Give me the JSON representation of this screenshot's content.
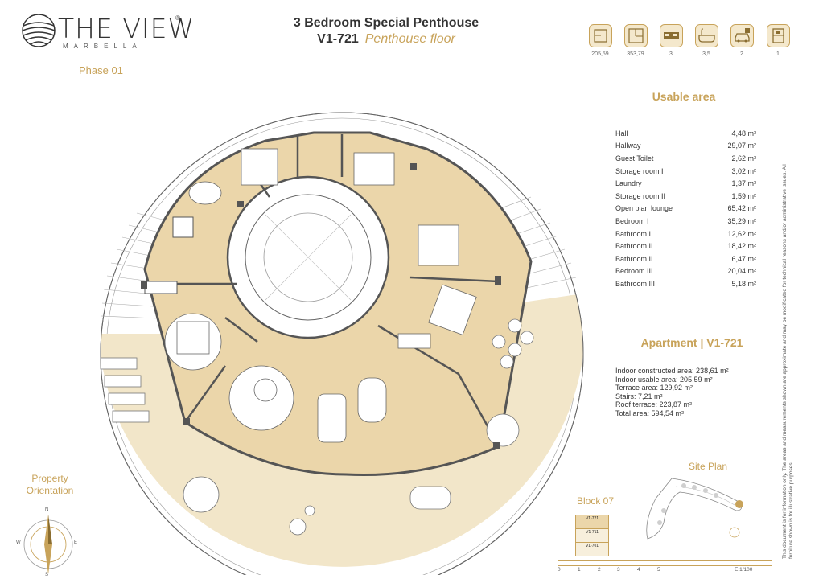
{
  "brand": {
    "name": "THE VIEW",
    "reg": "®",
    "sub": "MARBELLA"
  },
  "header": {
    "title": "3 Bedroom Special Penthouse",
    "code": "V1-721",
    "floor": "Penthouse floor",
    "phase": "Phase 01"
  },
  "icons": [
    {
      "name": "indoor-area-icon",
      "value": "205,59"
    },
    {
      "name": "total-area-icon",
      "value": "353,79"
    },
    {
      "name": "bed-icon",
      "value": "3"
    },
    {
      "name": "bath-icon",
      "value": "3,5"
    },
    {
      "name": "car-icon",
      "value": "2"
    },
    {
      "name": "storage-icon",
      "value": "1"
    }
  ],
  "usable_area": {
    "title": "Usable area",
    "rows": [
      {
        "room": "Hall",
        "area": "4,48 m²"
      },
      {
        "room": "Hallway",
        "area": "29,07 m²"
      },
      {
        "room": "Guest Toilet",
        "area": "2,62 m²"
      },
      {
        "room": "Storage room I",
        "area": "3,02 m²"
      },
      {
        "room": "Laundry",
        "area": "1,37 m²"
      },
      {
        "room": "Storage room II",
        "area": "1,59 m²"
      },
      {
        "room": "Open plan lounge",
        "area": "65,42 m²"
      },
      {
        "room": "Bedroom I",
        "area": "35,29 m²"
      },
      {
        "room": "Bathroom I",
        "area": "12,62 m²"
      },
      {
        "room": "Bathroom II",
        "area": "18,42 m²"
      },
      {
        "room": "Bathroom II",
        "area": "6,47 m²"
      },
      {
        "room": "Bedroom III",
        "area": "20,04 m²"
      },
      {
        "room": "Bathroom III",
        "area": "5,18 m²"
      }
    ]
  },
  "apartment": {
    "title": "Apartment | V1-721",
    "lines": [
      "Indoor constructed area: 238,61  m²",
      "Indoor usable area: 205,59 m²",
      "Terrace area: 129,92  m²",
      "Stairs: 7,21 m²",
      "Roof terrace: 223,87  m²",
      "Total area: 594,54 m²"
    ]
  },
  "site_plan": {
    "title": "Site Plan"
  },
  "block": {
    "title": "Block 07",
    "levels": [
      "V1-721",
      "V1-711",
      "V1-701"
    ]
  },
  "orientation": {
    "title_line1": "Property",
    "title_line2": "Orientation",
    "n": "N",
    "s": "S",
    "e": "E",
    "w": "W"
  },
  "scale": {
    "ticks": [
      "0",
      "1",
      "2",
      "3",
      "4",
      "5"
    ],
    "label": "E:1/100"
  },
  "disclaimer": "This document is for information only. The areas and measurements shown are approximate and may be modificated for technical reasons and/or administrative issues. All furniture shown is for illustrative purposes.",
  "colors": {
    "accent": "#c8a35a",
    "floor": "#ebd6aa",
    "terrace": "#f2e6c9",
    "wall": "#555555"
  }
}
